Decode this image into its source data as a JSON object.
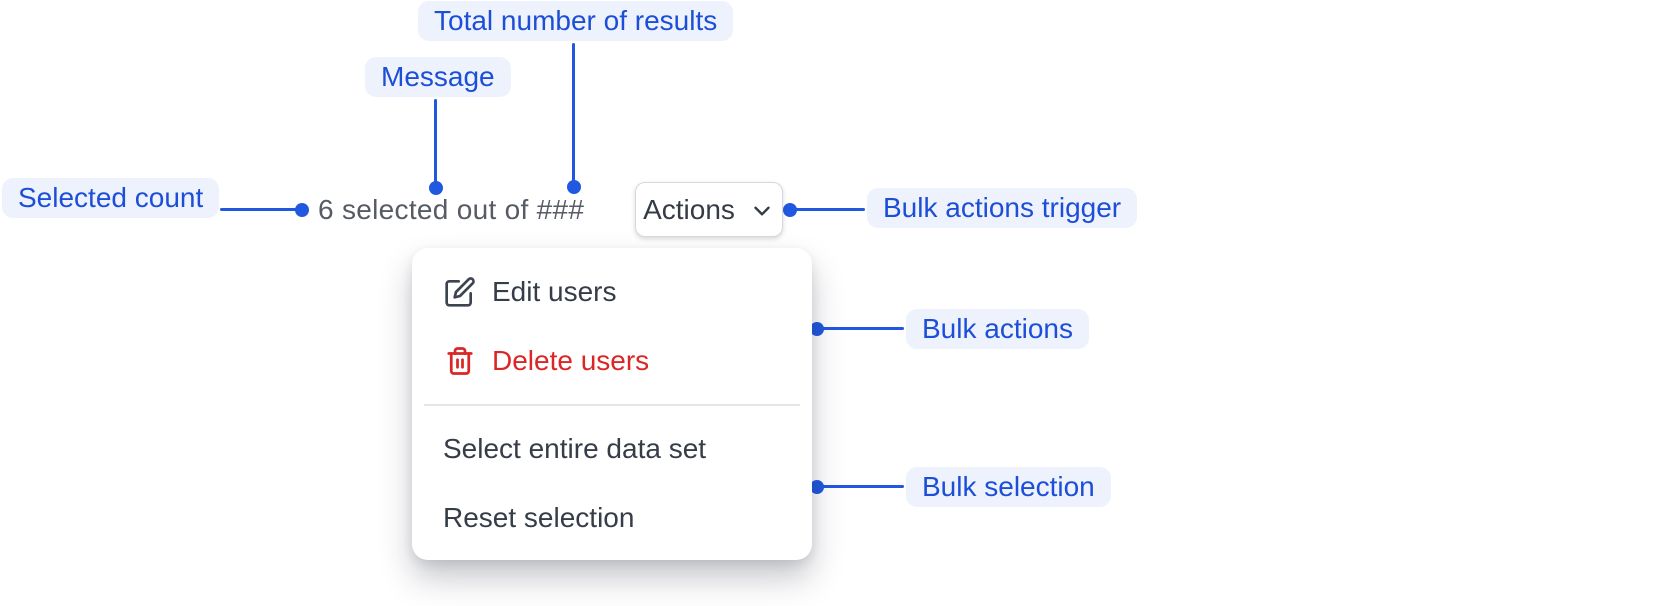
{
  "colors": {
    "accent-text": "#1d4ed8",
    "connector": "#2158e0",
    "pill-bg": "#edf2fd",
    "destructive": "#dc2626",
    "menu-text": "#363c48",
    "muted-text": "#575b64"
  },
  "annotations": {
    "selected_count": "Selected count",
    "message": "Message",
    "total_results": "Total number of results",
    "bulk_actions_trigger": "Bulk actions trigger",
    "bulk_actions": "Bulk actions",
    "bulk_selection": "Bulk selection"
  },
  "bulk_bar": {
    "selection_message": "6 selected out of ###",
    "actions_button": "Actions"
  },
  "menu": {
    "items": [
      {
        "label": "Edit users",
        "icon": "edit-icon",
        "variant": "default"
      },
      {
        "label": "Delete users",
        "icon": "trash-icon",
        "variant": "destructive"
      },
      {
        "label": "Select entire data set",
        "icon": "",
        "variant": "default"
      },
      {
        "label": "Reset selection",
        "icon": "",
        "variant": "default"
      }
    ]
  }
}
